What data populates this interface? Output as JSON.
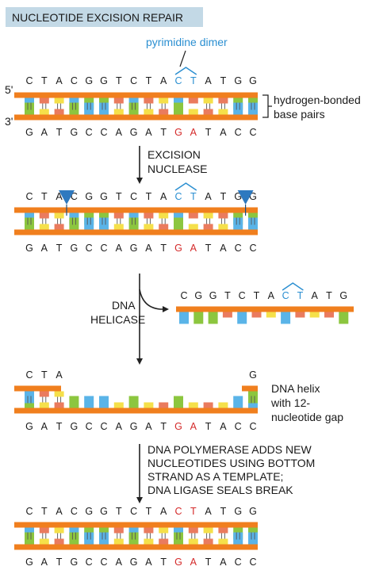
{
  "title": "NUCLEOTIDE EXCISION REPAIR",
  "dimer_label": "pyrimidine dimer",
  "prime5": "5'",
  "prime3": "3'",
  "bracket_label": [
    "hydrogen-bonded",
    "base pairs"
  ],
  "top_seq": [
    "C",
    "T",
    "A",
    "C",
    "G",
    "G",
    "T",
    "C",
    "T",
    "A",
    "C",
    "T",
    "A",
    "T",
    "G",
    "G"
  ],
  "bottom_seq": [
    "G",
    "A",
    "T",
    "G",
    "C",
    "C",
    "A",
    "G",
    "A",
    "T",
    "G",
    "A",
    "T",
    "A",
    "C",
    "C"
  ],
  "excised_seq": [
    "C",
    "G",
    "G",
    "T",
    "C",
    "T",
    "A",
    "C",
    "T",
    "A",
    "T",
    "G"
  ],
  "gap_top_left": [
    "C",
    "T",
    "A"
  ],
  "gap_top_right": [
    "G"
  ],
  "step1": [
    "EXCISION",
    "NUCLEASE"
  ],
  "step2": [
    "DNA",
    "HELICASE"
  ],
  "gap_label": [
    "DNA helix",
    "with 12-",
    "nucleotide gap"
  ],
  "step3": [
    "DNA POLYMERASE ADDS NEW",
    "NUCLEOTIDES USING BOTTOM",
    "STRAND AS A TEMPLATE;",
    "DNA LIGASE SEALS BREAK"
  ],
  "colors": {
    "backbone": "#f07f1e",
    "title_bg": "#c3d9e6",
    "blue": "#2b8fd1",
    "red": "#d42a2a",
    "C": "#5ab4e8",
    "G": "#8cc63f",
    "A": "#f5e04a",
    "T": "#ea7b5e",
    "arrow": "#222222",
    "nuclease": "#2e79bf"
  }
}
